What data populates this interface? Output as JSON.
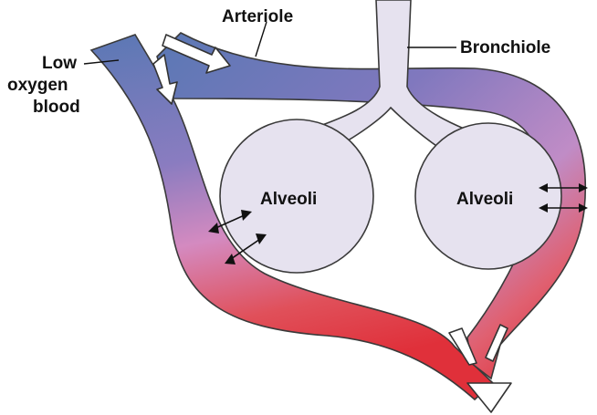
{
  "labels": {
    "arteriole": "Arteriole",
    "bronchiole": "Bronchiole",
    "low_oxygen_line1": "Low",
    "low_oxygen_line2": "oxygen",
    "low_oxygen_line3": "blood",
    "alveoli_left": "Alveoli",
    "alveoli_right": "Alveoli"
  },
  "colors": {
    "low_oxygen_blue": "#5a78b4",
    "mid_purple": "#a07ab8",
    "mixed_pink": "#d88cc0",
    "high_oxygen_red": "#e0303a",
    "alveoli_fill": "#e6e2ef",
    "outline": "#3a3a3a"
  }
}
